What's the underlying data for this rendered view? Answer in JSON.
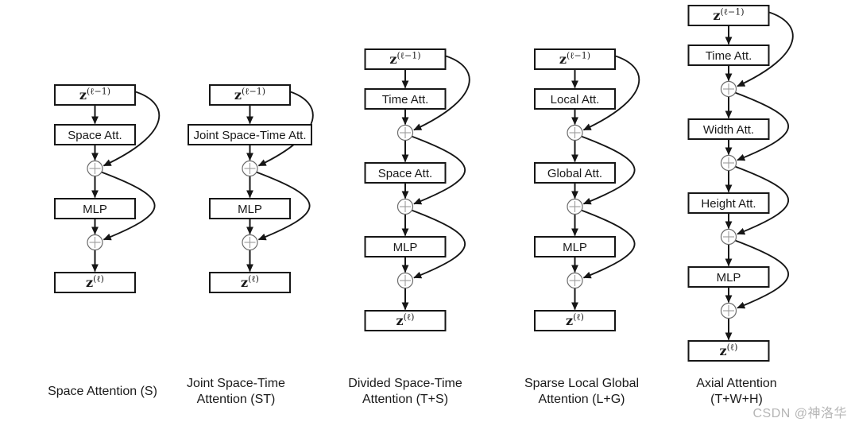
{
  "colors": {
    "background": "#ffffff",
    "line": "#161616",
    "box_fill": "#ffffff",
    "sum_circle": "#6b6b6b",
    "sum_cross": "#9b9b9b",
    "text": "#1a1a1a",
    "watermark": "#b5b5b5"
  },
  "diagram": {
    "sum_symbol": "⊕",
    "columns": [
      {
        "id": "space-attention",
        "caption_lines": [
          "Space Attention (S)"
        ],
        "nodes": [
          {
            "type": "io",
            "base": "z",
            "sup": "(ℓ−1)"
          },
          {
            "type": "block",
            "label": "Space Att."
          },
          {
            "type": "sum"
          },
          {
            "type": "block",
            "label": "MLP"
          },
          {
            "type": "sum"
          },
          {
            "type": "io",
            "base": "z",
            "sup": "(ℓ)"
          }
        ]
      },
      {
        "id": "joint-space-time-attention",
        "caption_lines": [
          "Joint Space-Time",
          "Attention (ST)"
        ],
        "nodes": [
          {
            "type": "io",
            "base": "z",
            "sup": "(ℓ−1)"
          },
          {
            "type": "block",
            "label": "Joint Space-Time Att.",
            "wide": true
          },
          {
            "type": "sum"
          },
          {
            "type": "block",
            "label": "MLP"
          },
          {
            "type": "sum"
          },
          {
            "type": "io",
            "base": "z",
            "sup": "(ℓ)"
          }
        ]
      },
      {
        "id": "divided-space-time-attention",
        "caption_lines": [
          "Divided Space-Time",
          "Attention (T+S)"
        ],
        "nodes": [
          {
            "type": "io",
            "base": "z",
            "sup": "(ℓ−1)"
          },
          {
            "type": "block",
            "label": "Time Att."
          },
          {
            "type": "sum"
          },
          {
            "type": "block",
            "label": "Space Att."
          },
          {
            "type": "sum"
          },
          {
            "type": "block",
            "label": "MLP"
          },
          {
            "type": "sum"
          },
          {
            "type": "io",
            "base": "z",
            "sup": "(ℓ)"
          }
        ]
      },
      {
        "id": "sparse-local-global-attention",
        "caption_lines": [
          "Sparse Local Global",
          "Attention (L+G)"
        ],
        "nodes": [
          {
            "type": "io",
            "base": "z",
            "sup": "(ℓ−1)"
          },
          {
            "type": "block",
            "label": "Local Att."
          },
          {
            "type": "sum"
          },
          {
            "type": "block",
            "label": "Global Att."
          },
          {
            "type": "sum"
          },
          {
            "type": "block",
            "label": "MLP"
          },
          {
            "type": "sum"
          },
          {
            "type": "io",
            "base": "z",
            "sup": "(ℓ)"
          }
        ]
      },
      {
        "id": "axial-attention",
        "caption_lines": [
          "Axial Attention",
          "(T+W+H)"
        ],
        "nodes": [
          {
            "type": "io",
            "base": "z",
            "sup": "(ℓ−1)"
          },
          {
            "type": "block",
            "label": "Time Att."
          },
          {
            "type": "sum"
          },
          {
            "type": "block",
            "label": "Width Att."
          },
          {
            "type": "sum"
          },
          {
            "type": "block",
            "label": "Height Att."
          },
          {
            "type": "sum"
          },
          {
            "type": "block",
            "label": "MLP"
          },
          {
            "type": "sum"
          },
          {
            "type": "io",
            "base": "z",
            "sup": "(ℓ)"
          }
        ]
      }
    ]
  },
  "watermark": {
    "text": "CSDN @神洛华"
  }
}
